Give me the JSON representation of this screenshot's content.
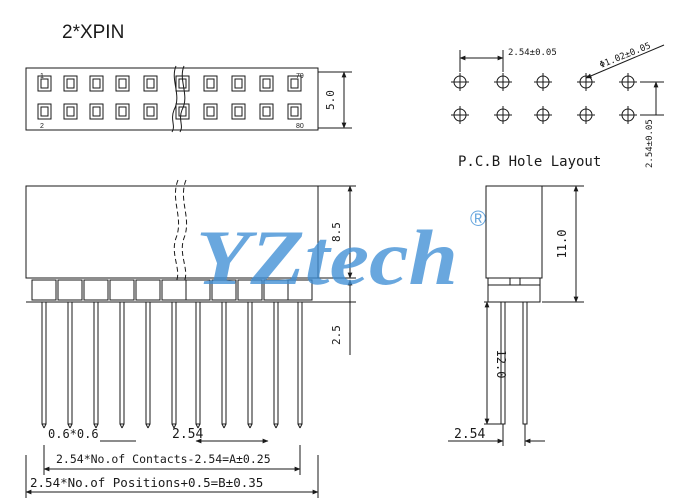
{
  "title": "2*XPIN",
  "top_view": {
    "pin_first_top": "1",
    "pin_first_bottom": "2",
    "pin_last_top": "79",
    "pin_last_bottom": "80",
    "height_dim": "5.0"
  },
  "front_view": {
    "body_height_dim": "8.5",
    "pin_upper_dim": "2.5",
    "pin_size": "0.6*0.6",
    "pitch": "2.54",
    "contacts_formula": "2.54*No.of Contacts-2.54=A±0.25",
    "positions_formula": "2.54*No.of Positions+0.5=B±0.35"
  },
  "pcb_layout": {
    "title": "P.C.B Hole Layout",
    "pitch_x": "2.54±0.05",
    "hole_dia": "Φ1.02±0.05",
    "pitch_y": "2.54±0.05"
  },
  "side_view": {
    "body_height_dim": "11.0",
    "tail_length_dim": "12.0",
    "row_pitch": "2.54"
  },
  "watermark": {
    "text": "YZtech",
    "mark": "®",
    "color": "#3f8fd6"
  },
  "colors": {
    "line": "#1a1a1a"
  }
}
